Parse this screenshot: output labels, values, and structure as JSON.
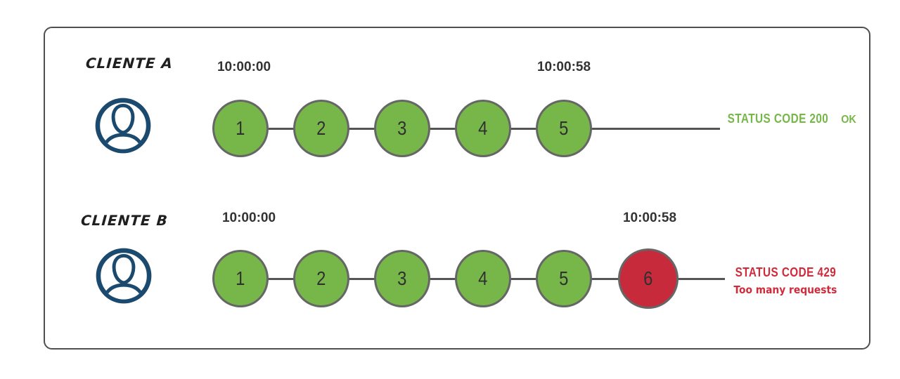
{
  "diagram": {
    "title_meaning": "rate-limit comparison of two clients",
    "rows": [
      {
        "client_label": "CLIENTE A",
        "start_time": "10:00:00",
        "end_time": "10:00:58",
        "requests": [
          "1",
          "2",
          "3",
          "4",
          "5"
        ],
        "status_code": "STATUS CODE 200",
        "status_detail": "OK"
      },
      {
        "client_label": "CLIENTE B",
        "start_time": "10:00:00",
        "end_time": "10:00:58",
        "requests": [
          "1",
          "2",
          "3",
          "4",
          "5",
          "6"
        ],
        "blocked_request": "6",
        "status_code": "STATUS CODE 429",
        "status_detail": "Too many requests"
      }
    ],
    "icons": {
      "client": "user-icon"
    },
    "colors": {
      "request_ok": "#77b74a",
      "request_blocked": "#c72b3b",
      "status_ok_text": "#77b74a",
      "status_error_text": "#cf2b3b",
      "circle_border": "#666666",
      "timeline_line": "#555555",
      "timestamp_text": "#333333",
      "client_icon": "#1b4a6e",
      "frame_border": "#4f4f4f"
    }
  }
}
